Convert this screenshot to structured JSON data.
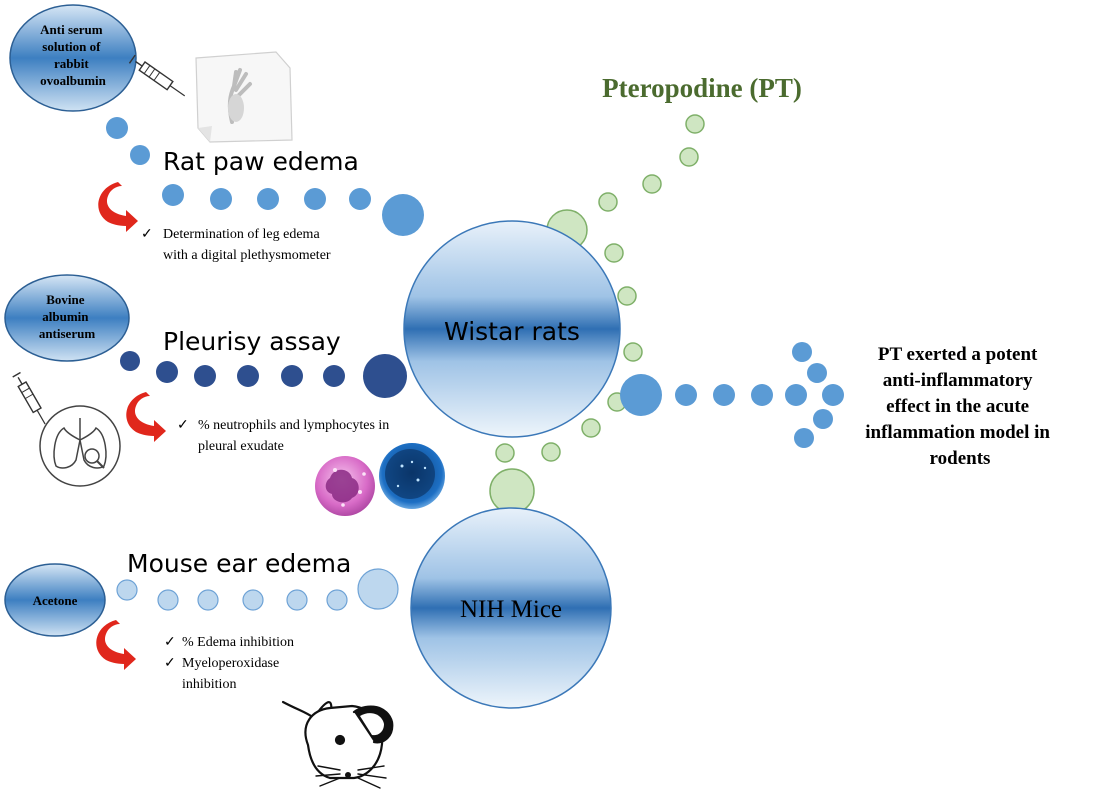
{
  "title": "Pteropodine (PT)",
  "colors": {
    "blue_dot": "#5b9bd5",
    "dark_dot": "#2e4f8f",
    "light_dot": "#bdd7ee",
    "green_fill": "#cfe6c2",
    "green_stroke": "#7fb069",
    "title_green": "#4b6b2f",
    "arrow_red": "#e0271c"
  },
  "agents": {
    "antiserum_ovalbumin": [
      "Anti serum",
      "solution of",
      "rabbit",
      "ovoalbumin"
    ],
    "bovine_albumin": [
      "Bovine",
      "albumin",
      "antiserum"
    ],
    "acetone": "Acetone"
  },
  "assays": {
    "rat_paw": {
      "title": "Rat paw edema",
      "bullets": [
        [
          "Determination of leg edema",
          "with a digital plethysmometer"
        ]
      ]
    },
    "pleurisy": {
      "title": "Pleurisy assay",
      "bullets": [
        [
          "% neutrophils and lymphocytes in",
          "pleural exudate"
        ]
      ]
    },
    "mouse_ear": {
      "title": "Mouse ear edema",
      "bullets": [
        [
          "% Edema inhibition"
        ],
        [
          "Myeloperoxidase",
          "inhibition"
        ]
      ]
    }
  },
  "models": {
    "wistar": "Wistar rats",
    "nih": "NIH Mice"
  },
  "conclusion": [
    "PT exerted a potent",
    "anti-inflammatory",
    "effect in the acute",
    "inflammation model in",
    "rodents"
  ]
}
